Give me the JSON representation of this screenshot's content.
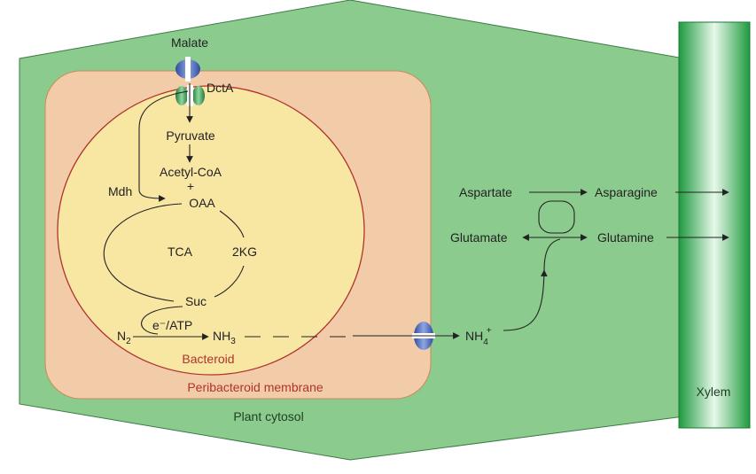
{
  "labels": {
    "malate": "Malate",
    "dcta": "DctA",
    "pyruvate": "Pyruvate",
    "acetyl_coa": "Acetyl-CoA",
    "plus": "+",
    "oaa": "OAA",
    "mdh": "Mdh",
    "tca": "TCA",
    "kg": "2KG",
    "suc": "Suc",
    "electron_atp": "e⁻/ATP",
    "n2_base": "N",
    "n2_sub": "2",
    "nh3_base": "NH",
    "nh3_sub": "3",
    "bacteroid": "Bacteroid",
    "peribacteroid_membrane": "Peribacteroid membrane",
    "plant_cytosol": "Plant cytosol",
    "nh4_base": "NH",
    "nh4_sub": "4",
    "nh4_sup": "+",
    "aspartate": "Aspartate",
    "asparagine": "Asparagine",
    "glutamate": "Glutamate",
    "glutamine": "Glutamine",
    "xylem": "Xylem"
  },
  "colors": {
    "plant_cell": "#8ccb8e",
    "peribacteroid_space": "#f2cba8",
    "bacteroid": "#f8e6a3",
    "xylem_dark": "#1f9a3f",
    "xylem_light": "#e8f8ea",
    "transporter_blue": "#3e5fae",
    "transporter_green": "#2f8a47",
    "membrane_red": "#b0342c"
  }
}
